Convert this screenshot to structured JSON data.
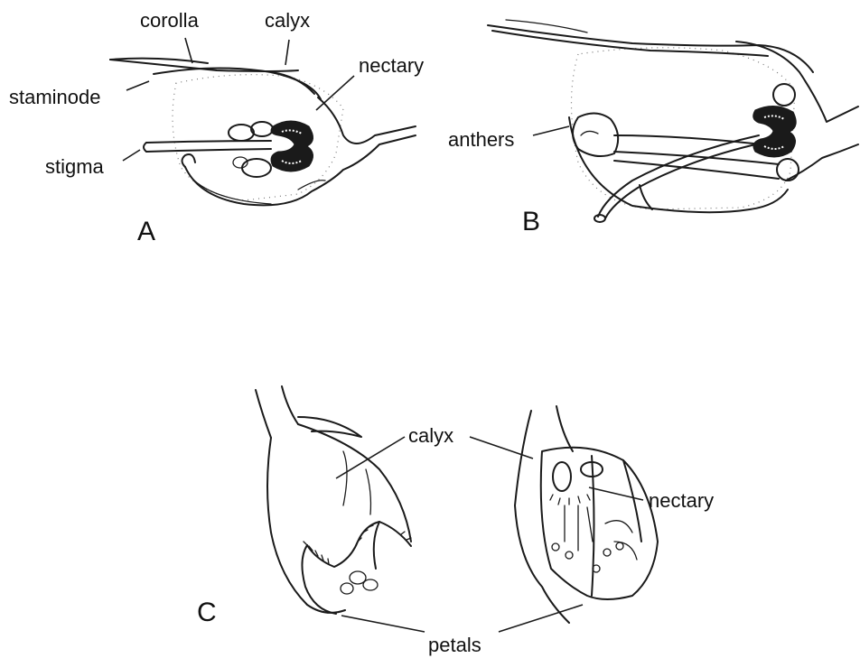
{
  "panels": {
    "A": {
      "letter": "A",
      "labels": {
        "corolla": "corolla",
        "calyx": "calyx",
        "nectary": "nectary",
        "staminode": "staminode",
        "stigma": "stigma"
      }
    },
    "B": {
      "letter": "B",
      "labels": {
        "anthers": "anthers"
      }
    },
    "C": {
      "letter": "C",
      "labels": {
        "calyx": "calyx",
        "nectary": "nectary",
        "petals": "petals"
      }
    }
  }
}
